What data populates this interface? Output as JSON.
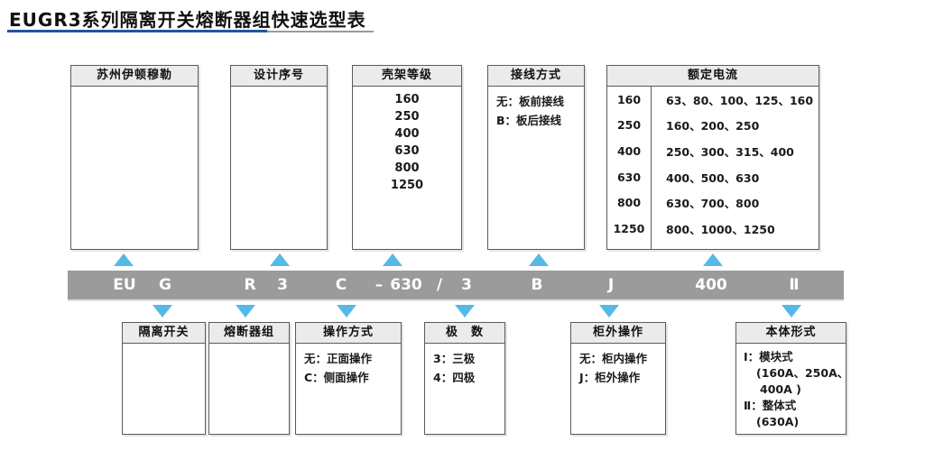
{
  "page": {
    "title": "EUGR3系列隔离开关熔断器组快速选型表"
  },
  "colors": {
    "title_underline_blue": "#2054a0",
    "title_underline_gray": "#9a9a9a",
    "arrow_blue": "#55b9e8",
    "code_bar_gray": "#9b9b9b",
    "box_header_fill": "#ebebeb"
  },
  "top_boxes": {
    "brand": {
      "title": "苏州伊顿穆勒"
    },
    "design": {
      "title": "设计序号"
    },
    "frame": {
      "title": "壳架等级",
      "values": [
        "160",
        "250",
        "400",
        "630",
        "800",
        "1250"
      ]
    },
    "wiring": {
      "title": "接线方式",
      "options": [
        "无：板前接线",
        "B：板后接线"
      ]
    },
    "current": {
      "title": "额定电流",
      "rows": [
        {
          "frame": "160",
          "currents": "63、80、100、125、160"
        },
        {
          "frame": "250",
          "currents": "160、200、250"
        },
        {
          "frame": "400",
          "currents": "250、300、315、400"
        },
        {
          "frame": "630",
          "currents": "400、500、630"
        },
        {
          "frame": "800",
          "currents": "630、700、800"
        },
        {
          "frame": "1250",
          "currents": "800、1000、1250"
        }
      ]
    }
  },
  "model_code": {
    "segments": [
      "EU",
      "G",
      "R",
      "3",
      "C",
      "–",
      "630",
      "/",
      "3",
      "B",
      "J",
      "400",
      "Ⅱ"
    ]
  },
  "bottom_boxes": {
    "isolation": {
      "title": "隔离开关"
    },
    "fuse": {
      "title": "熔断器组"
    },
    "operation": {
      "title": "操作方式",
      "options": [
        "无：正面操作",
        "C：侧面操作"
      ]
    },
    "poles": {
      "title": "极　数",
      "options": [
        "3：三极",
        "4：四极"
      ]
    },
    "cabinet": {
      "title": "柜外操作",
      "options": [
        "无：柜内操作",
        "J：柜外操作"
      ]
    },
    "body_form": {
      "title": "本体形式",
      "lines": [
        "Ⅰ：模块式",
        "(160A、250A、",
        "400A )",
        "Ⅱ：整体式",
        "(630A)"
      ]
    }
  }
}
